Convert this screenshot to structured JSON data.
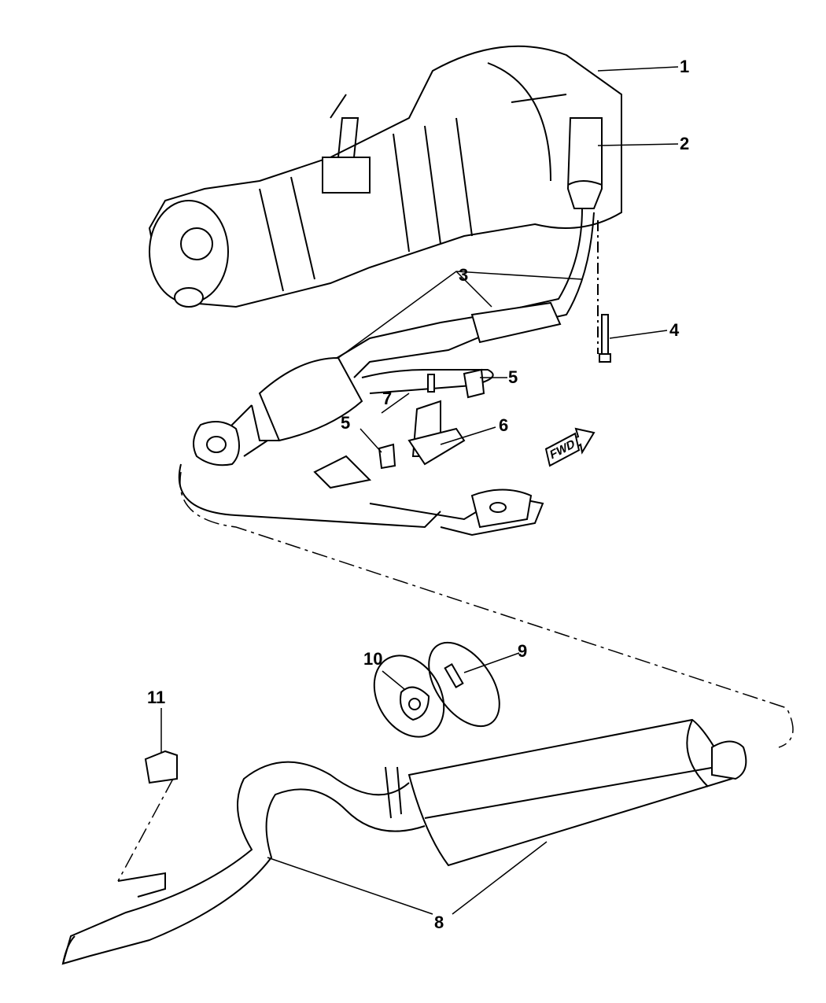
{
  "diagram": {
    "callouts": [
      {
        "id": "c1",
        "label": "1"
      },
      {
        "id": "c2",
        "label": "2"
      },
      {
        "id": "c3",
        "label": "3"
      },
      {
        "id": "c4",
        "label": "4"
      },
      {
        "id": "c5a",
        "label": "5"
      },
      {
        "id": "c5b",
        "label": "5"
      },
      {
        "id": "c6",
        "label": "6"
      },
      {
        "id": "c7",
        "label": "7"
      },
      {
        "id": "c8",
        "label": "8"
      },
      {
        "id": "c9",
        "label": "9"
      },
      {
        "id": "c10",
        "label": "10"
      },
      {
        "id": "c11",
        "label": "11"
      }
    ],
    "fwd_label": "FWD"
  }
}
